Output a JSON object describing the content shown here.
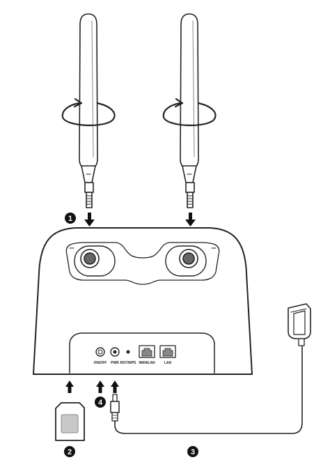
{
  "ports": {
    "on_off": "ON/OFF",
    "pwr": "PWR",
    "rst_wps": "RST/WPS",
    "wan_lan": "WAN/LAN",
    "lan": "LAN"
  },
  "steps": [
    {
      "number": "1"
    },
    {
      "number": "2"
    },
    {
      "number": "3"
    },
    {
      "number": "4"
    }
  ],
  "icons": [
    "rotate-arrow-icon",
    "down-arrow-icon",
    "up-arrow-icon",
    "sim-card-icon",
    "power-adapter-icon"
  ]
}
